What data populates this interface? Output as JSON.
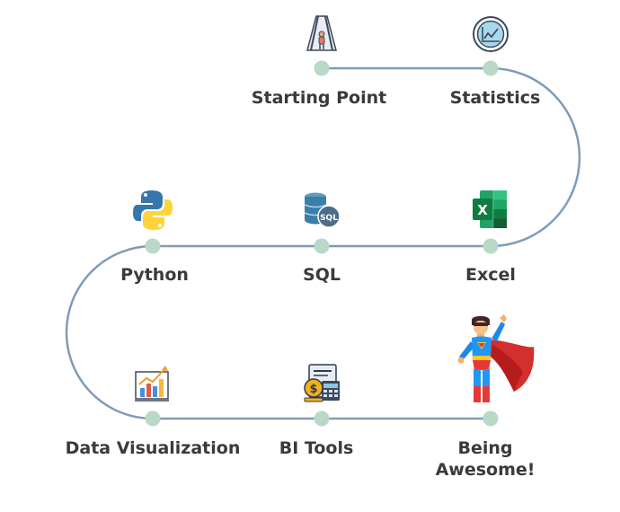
{
  "diagram": {
    "colors": {
      "path": "#7f9bb8",
      "node": "#b9d9c6",
      "text": "#3a3a3a"
    },
    "steps": [
      {
        "id": "starting-point",
        "lines": [
          "Starting Point"
        ],
        "icon": "road-walker-icon"
      },
      {
        "id": "statistics",
        "lines": [
          "Statistics"
        ],
        "icon": "line-chart-badge-icon"
      },
      {
        "id": "excel",
        "lines": [
          "Excel"
        ],
        "icon": "excel-icon"
      },
      {
        "id": "sql",
        "lines": [
          "SQL"
        ],
        "icon": "sql-database-icon"
      },
      {
        "id": "python",
        "lines": [
          "Python"
        ],
        "icon": "python-logo-icon"
      },
      {
        "id": "data-visualization",
        "lines": [
          "Data Visualization"
        ],
        "icon": "bar-chart-trend-icon"
      },
      {
        "id": "bi-tools",
        "lines": [
          "BI Tools"
        ],
        "icon": "bi-dashboard-icon"
      },
      {
        "id": "being-awesome",
        "lines": [
          "Being",
          "Awesome!"
        ],
        "icon": "superhero-icon"
      }
    ]
  }
}
